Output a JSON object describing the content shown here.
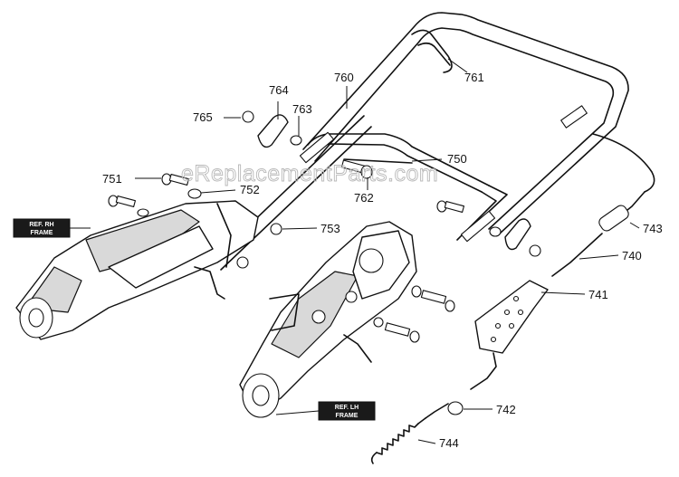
{
  "watermark": "eReplacementParts.com",
  "tags": {
    "rh_frame": [
      "REF. RH",
      "FRAME"
    ],
    "lh_frame": [
      "REF. LH",
      "FRAME"
    ]
  },
  "part_labels": {
    "p740": "740",
    "p741": "741",
    "p742": "742",
    "p743": "743",
    "p744": "744",
    "p750": "750",
    "p751": "751",
    "p752": "752",
    "p753": "753",
    "p760": "760",
    "p761": "761",
    "p762": "762",
    "p763": "763",
    "p764": "764",
    "p765": "765"
  }
}
